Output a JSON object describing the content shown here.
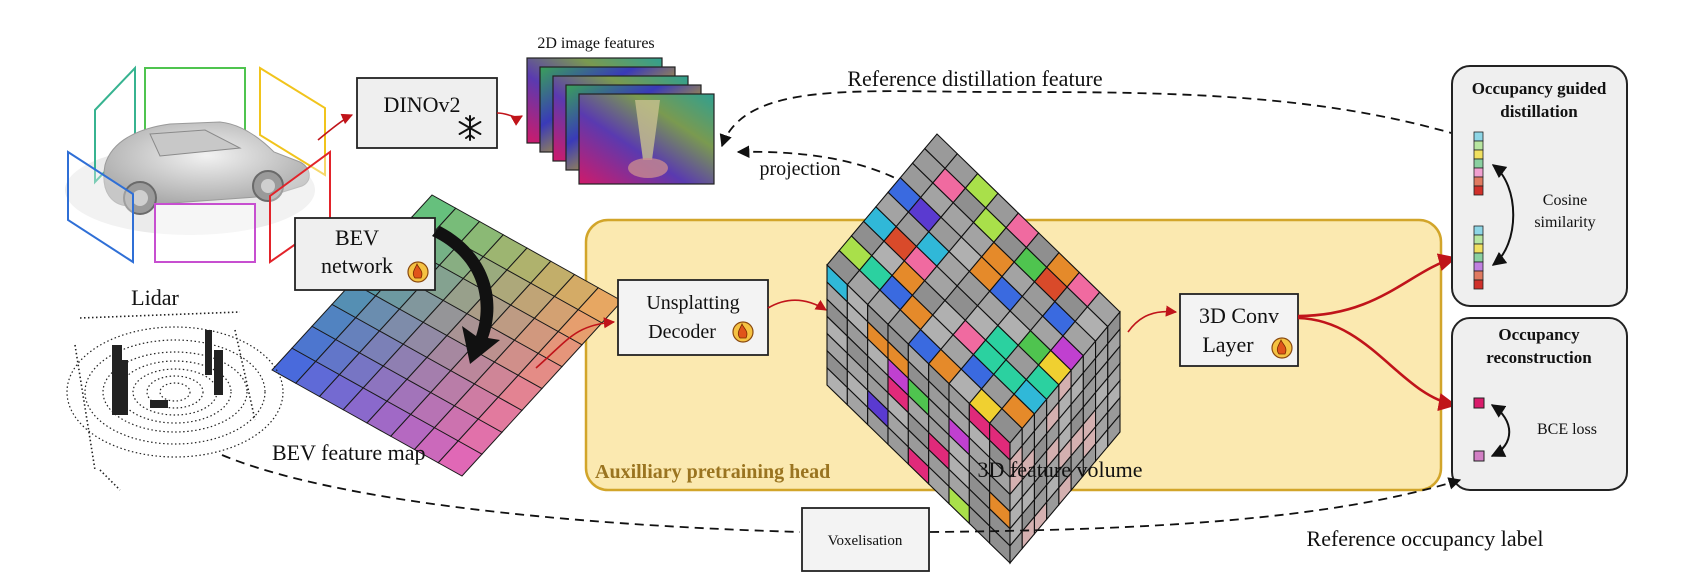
{
  "labels": {
    "dinov2": "DINOv2",
    "image_features": "2D image features",
    "ref_distill": "Reference distillation feature",
    "projection": "projection",
    "bev_network": [
      "BEV",
      "network"
    ],
    "lidar": "Lidar",
    "bev_feature_map": "BEV feature map",
    "unsplat_decoder": [
      "Unsplatting",
      "Decoder"
    ],
    "conv_layer": [
      "3D Conv",
      "Layer"
    ],
    "aux_head": "Auxilliary pretraining head",
    "feature_volume": "3D feature volume",
    "voxelisation": "Voxelisation",
    "ref_occ_label": "Reference occupancy label",
    "occ_distill_title": [
      "Occupancy guided",
      "distillation"
    ],
    "cosine": [
      "Cosine",
      "similarity"
    ],
    "occ_recon_title": [
      "Occupancy",
      "reconstruction"
    ],
    "bce": "BCE loss"
  },
  "icons": {
    "frozen": "snowflake-icon",
    "trainable": "flame-icon"
  },
  "colors": {
    "aux_fill": "#fbe9b0",
    "aux_border": "#d2a52a",
    "arrow_red": "#c0141a",
    "box_fill": "#efefef"
  }
}
